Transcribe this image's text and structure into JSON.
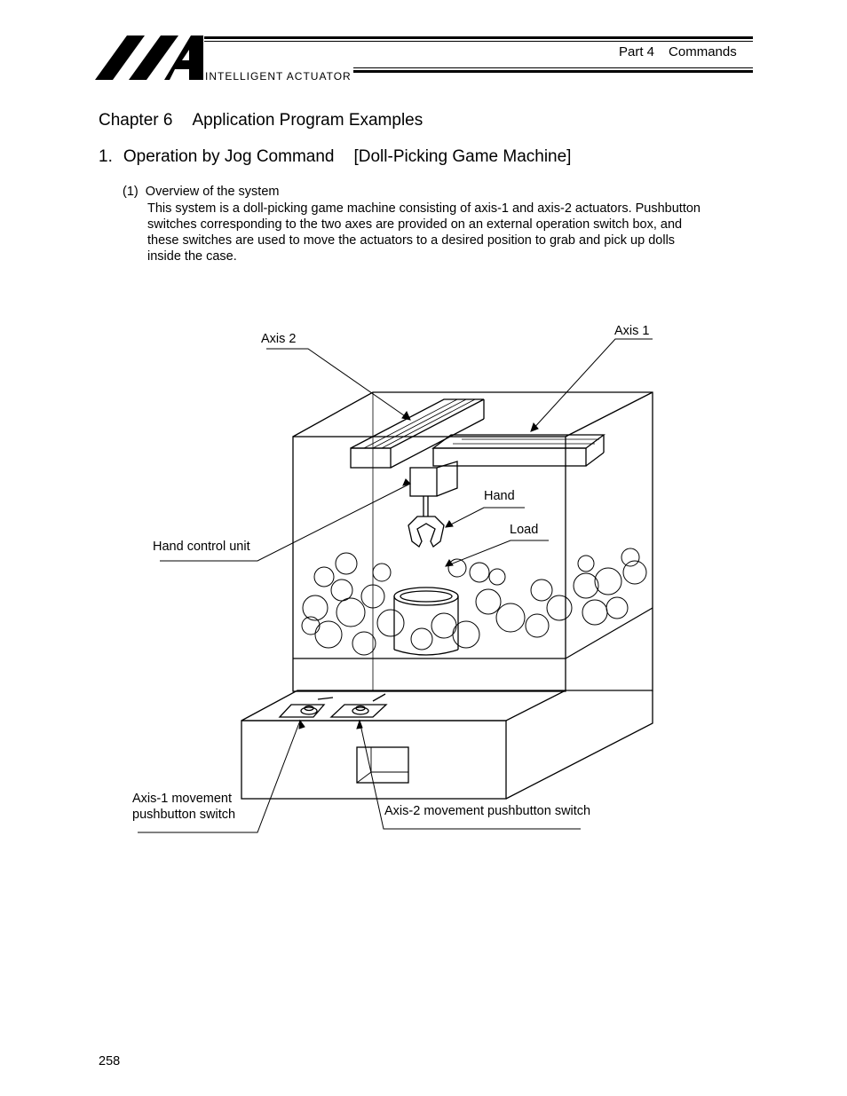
{
  "header": {
    "logo_text": "INTELLIGENT ACTUATOR",
    "part": "Part 4",
    "section": "Commands"
  },
  "chapter": {
    "number": "Chapter 6",
    "title": "Application Program Examples"
  },
  "section": {
    "number": "1.",
    "title": "Operation by Jog Command",
    "subtitle": "[Doll-Picking Game Machine]"
  },
  "subsection": {
    "label": "(1)",
    "title": "Overview of the system",
    "paragraph_lines": [
      "This system is a doll-picking game machine consisting of axis-1 and axis-2 actuators. Pushbutton",
      "switches corresponding to the two axes are provided on an external operation switch box, and",
      "these switches are used to move the actuators to a desired position to grab and pick up dolls",
      "inside the case."
    ]
  },
  "figure": {
    "labels": {
      "axis2": "Axis 2",
      "axis1": "Axis 1",
      "hand": "Hand",
      "load": "Load",
      "hand_control_unit": "Hand control unit",
      "axis1_switch_line1": "Axis-1 movement",
      "axis1_switch_line2": "pushbutton switch",
      "axis2_switch": "Axis-2 movement pushbutton switch"
    }
  },
  "footer": {
    "page_number": "258"
  }
}
